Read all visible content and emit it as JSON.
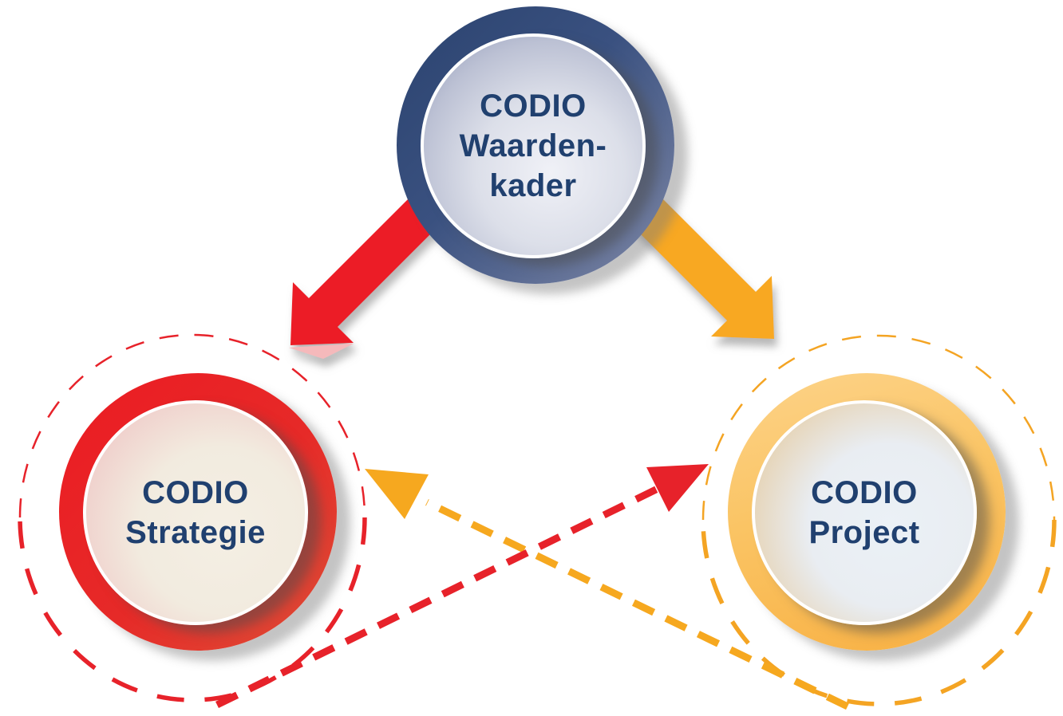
{
  "diagram": {
    "nodes": {
      "waardenkader": {
        "line1": "CODIO",
        "line2": "Waarden-",
        "line3": "kader"
      },
      "strategie": {
        "line1": "CODIO",
        "line2": "Strategie"
      },
      "project": {
        "line1": "CODIO",
        "line2": "Project"
      }
    },
    "colors": {
      "node_ring_navy": "#32497a",
      "node_ring_red": "#e8232b",
      "node_ring_yellow": "#f8b043",
      "text_navy": "#20406f",
      "solid_arrow_red": "#ec1f26",
      "solid_arrow_yellow": "#f8a823",
      "dashed_red": "#e7222a",
      "dashed_yellow": "#f4a423",
      "background": "#ffffff"
    },
    "connections": {
      "solid_red_arrow": "waardenkader to strategie",
      "solid_yellow_arrow": "waardenkader to project",
      "dashed_red_arrow": "strategie loop to project",
      "dashed_yellow_arrow": "project loop to strategie"
    }
  }
}
